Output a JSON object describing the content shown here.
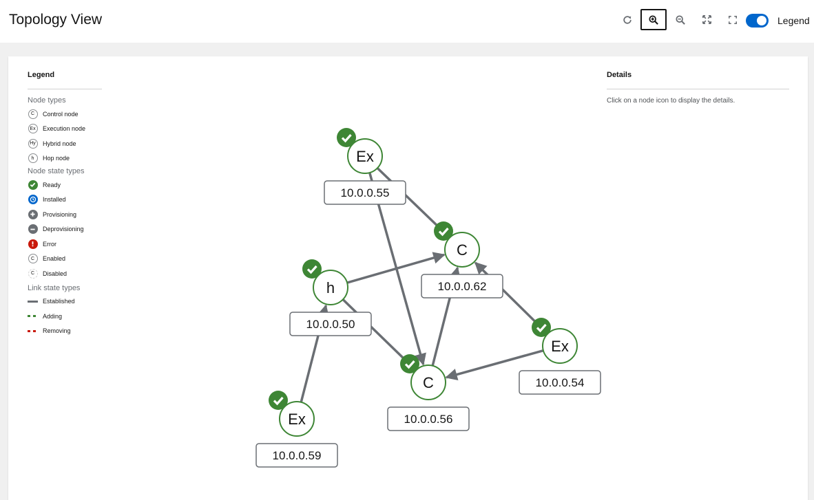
{
  "header": {
    "title": "Topology View",
    "legend_toggle_label": "Legend",
    "legend_toggle_on": true,
    "tools": [
      {
        "name": "refresh-button",
        "icon": "refresh-icon",
        "active": false
      },
      {
        "name": "zoom-in-button",
        "icon": "zoom-in-icon",
        "active": true
      },
      {
        "name": "zoom-out-button",
        "icon": "zoom-out-icon",
        "active": false
      },
      {
        "name": "fit-to-screen-button",
        "icon": "fit-to-screen-icon",
        "active": false
      },
      {
        "name": "fullscreen-button",
        "icon": "expand-icon",
        "active": false
      }
    ]
  },
  "legend": {
    "title": "Legend",
    "node_types_heading": "Node types",
    "node_types": [
      {
        "symbol": "C",
        "label": "Control node"
      },
      {
        "symbol": "Ex",
        "label": "Execution node"
      },
      {
        "symbol": "Hy",
        "label": "Hybrid node"
      },
      {
        "symbol": "h",
        "label": "Hop node"
      }
    ],
    "node_state_heading": "Node state types",
    "node_states": [
      {
        "label": "Ready",
        "icon": "check-icon",
        "color": "#3e8635"
      },
      {
        "label": "Installed",
        "icon": "clock-icon",
        "color": "#0066cc"
      },
      {
        "label": "Provisioning",
        "icon": "plus-icon",
        "color": "#6a6e73"
      },
      {
        "label": "Deprovisioning",
        "icon": "minus-icon",
        "color": "#6a6e73"
      },
      {
        "label": "Error",
        "icon": "exclamation-icon",
        "color": "#c9190b"
      },
      {
        "label": "Enabled",
        "icon": "enabled-node-icon",
        "symbol": "C"
      },
      {
        "label": "Disabled",
        "icon": "disabled-node-icon",
        "symbol": "C"
      }
    ],
    "link_state_heading": "Link state types",
    "link_states": [
      {
        "label": "Established",
        "style": "solid",
        "color": "#6a6e73"
      },
      {
        "label": "Adding",
        "style": "dashed",
        "color": "#3e8635"
      },
      {
        "label": "Removing",
        "style": "dashed",
        "color": "#c9190b"
      }
    ]
  },
  "details": {
    "title": "Details",
    "hint": "Click on a node icon to display the details."
  },
  "graph": {
    "colors": {
      "node_border": "#3e8635",
      "ready": "#3e8635",
      "link": "#6a6e73",
      "label_border": "#6a6e73"
    },
    "nodes": [
      {
        "id": "n55",
        "type_symbol": "Ex",
        "ip": "10.0.0.55",
        "state": "ready"
      },
      {
        "id": "n62",
        "type_symbol": "C",
        "ip": "10.0.0.62",
        "state": "ready"
      },
      {
        "id": "n50",
        "type_symbol": "h",
        "ip": "10.0.0.50",
        "state": "ready"
      },
      {
        "id": "n54",
        "type_symbol": "Ex",
        "ip": "10.0.0.54",
        "state": "ready"
      },
      {
        "id": "n56",
        "type_symbol": "C",
        "ip": "10.0.0.56",
        "state": "ready"
      },
      {
        "id": "n59",
        "type_symbol": "Ex",
        "ip": "10.0.0.59",
        "state": "ready"
      }
    ],
    "links": [
      {
        "source": "n55",
        "target": "n62"
      },
      {
        "source": "n55",
        "target": "n56"
      },
      {
        "source": "n50",
        "target": "n62"
      },
      {
        "source": "n50",
        "target": "n56"
      },
      {
        "source": "n59",
        "target": "n50"
      },
      {
        "source": "n54",
        "target": "n62"
      },
      {
        "source": "n54",
        "target": "n56"
      },
      {
        "source": "n56",
        "target": "n62"
      }
    ]
  }
}
